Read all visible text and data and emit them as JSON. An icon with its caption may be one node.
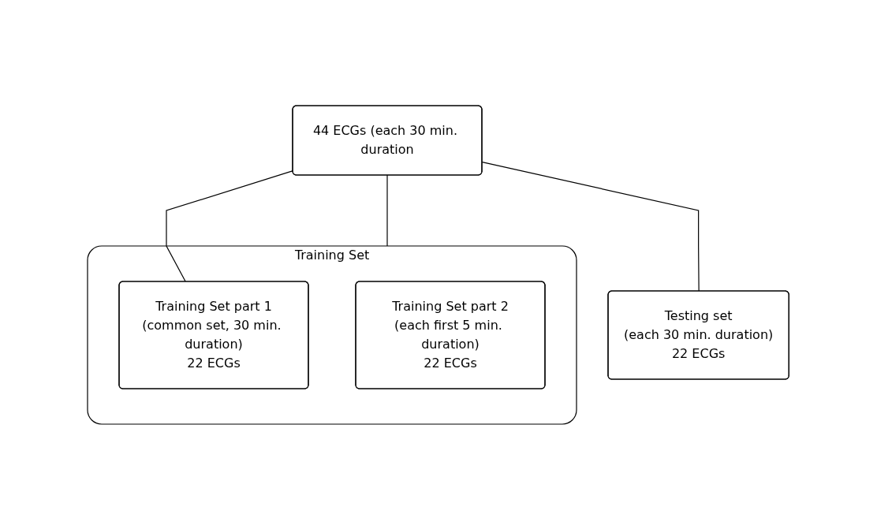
{
  "diagram": {
    "nodes": [
      {
        "text": [
          "44 ECGs (each 30 min. duration"
        ]
      },
      {
        "text": [
          "Testing set",
          "(each 30 min. duration)",
          "22 ECGs"
        ]
      },
      {
        "text": [
          "Training Set"
        ]
      },
      {
        "text": [
          "Training Set part 1",
          "(common set, 30 min. duration)",
          "22 ECGs"
        ],
        "in": 2
      },
      {
        "text": [
          "Training Set part 2",
          "(each first 5 min. duration)",
          "22 ECGs"
        ],
        "in": 2
      }
    ],
    "edges": [
      {
        "from": 0,
        "to": 1,
        "arrow": "none"
      },
      {
        "from": 0,
        "to": 3,
        "arrow": "none"
      },
      {
        "from": 0,
        "to": 2,
        "arrow": "none"
      }
    ]
  }
}
